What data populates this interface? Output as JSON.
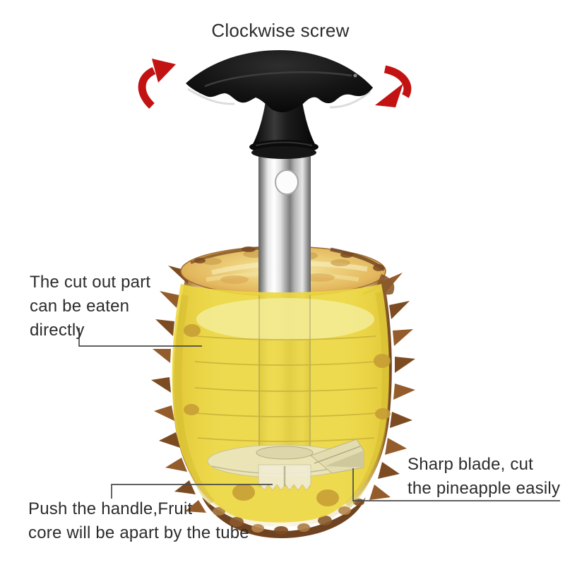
{
  "title": {
    "text": "Clockwise screw"
  },
  "annotations": {
    "cut_out": {
      "lines": [
        "The cut out part",
        "can be eaten",
        "directly"
      ]
    },
    "push_handle": {
      "lines": [
        "Push the handle,Fruit",
        "core will be apart by the tube"
      ]
    },
    "sharp_blade": {
      "lines": [
        "Sharp blade, cut",
        "the pineapple easily"
      ]
    }
  },
  "icons": {
    "left_arrow": "rotate-clockwise-arrow",
    "right_arrow": "rotate-clockwise-arrow"
  },
  "colors": {
    "arrow_red": "#c31212",
    "text": "#2c2c2c",
    "leader_line": "#4a4a4a",
    "pineapple_yellow": "#ecd73f",
    "flesh_spot": "#c79e35",
    "flesh_gold": "#e8c568",
    "skin_brown": "#7c4b21",
    "steel_highlight": "#ffffff",
    "handle_black": "#101010",
    "blade_cream": "#eae5bd"
  }
}
